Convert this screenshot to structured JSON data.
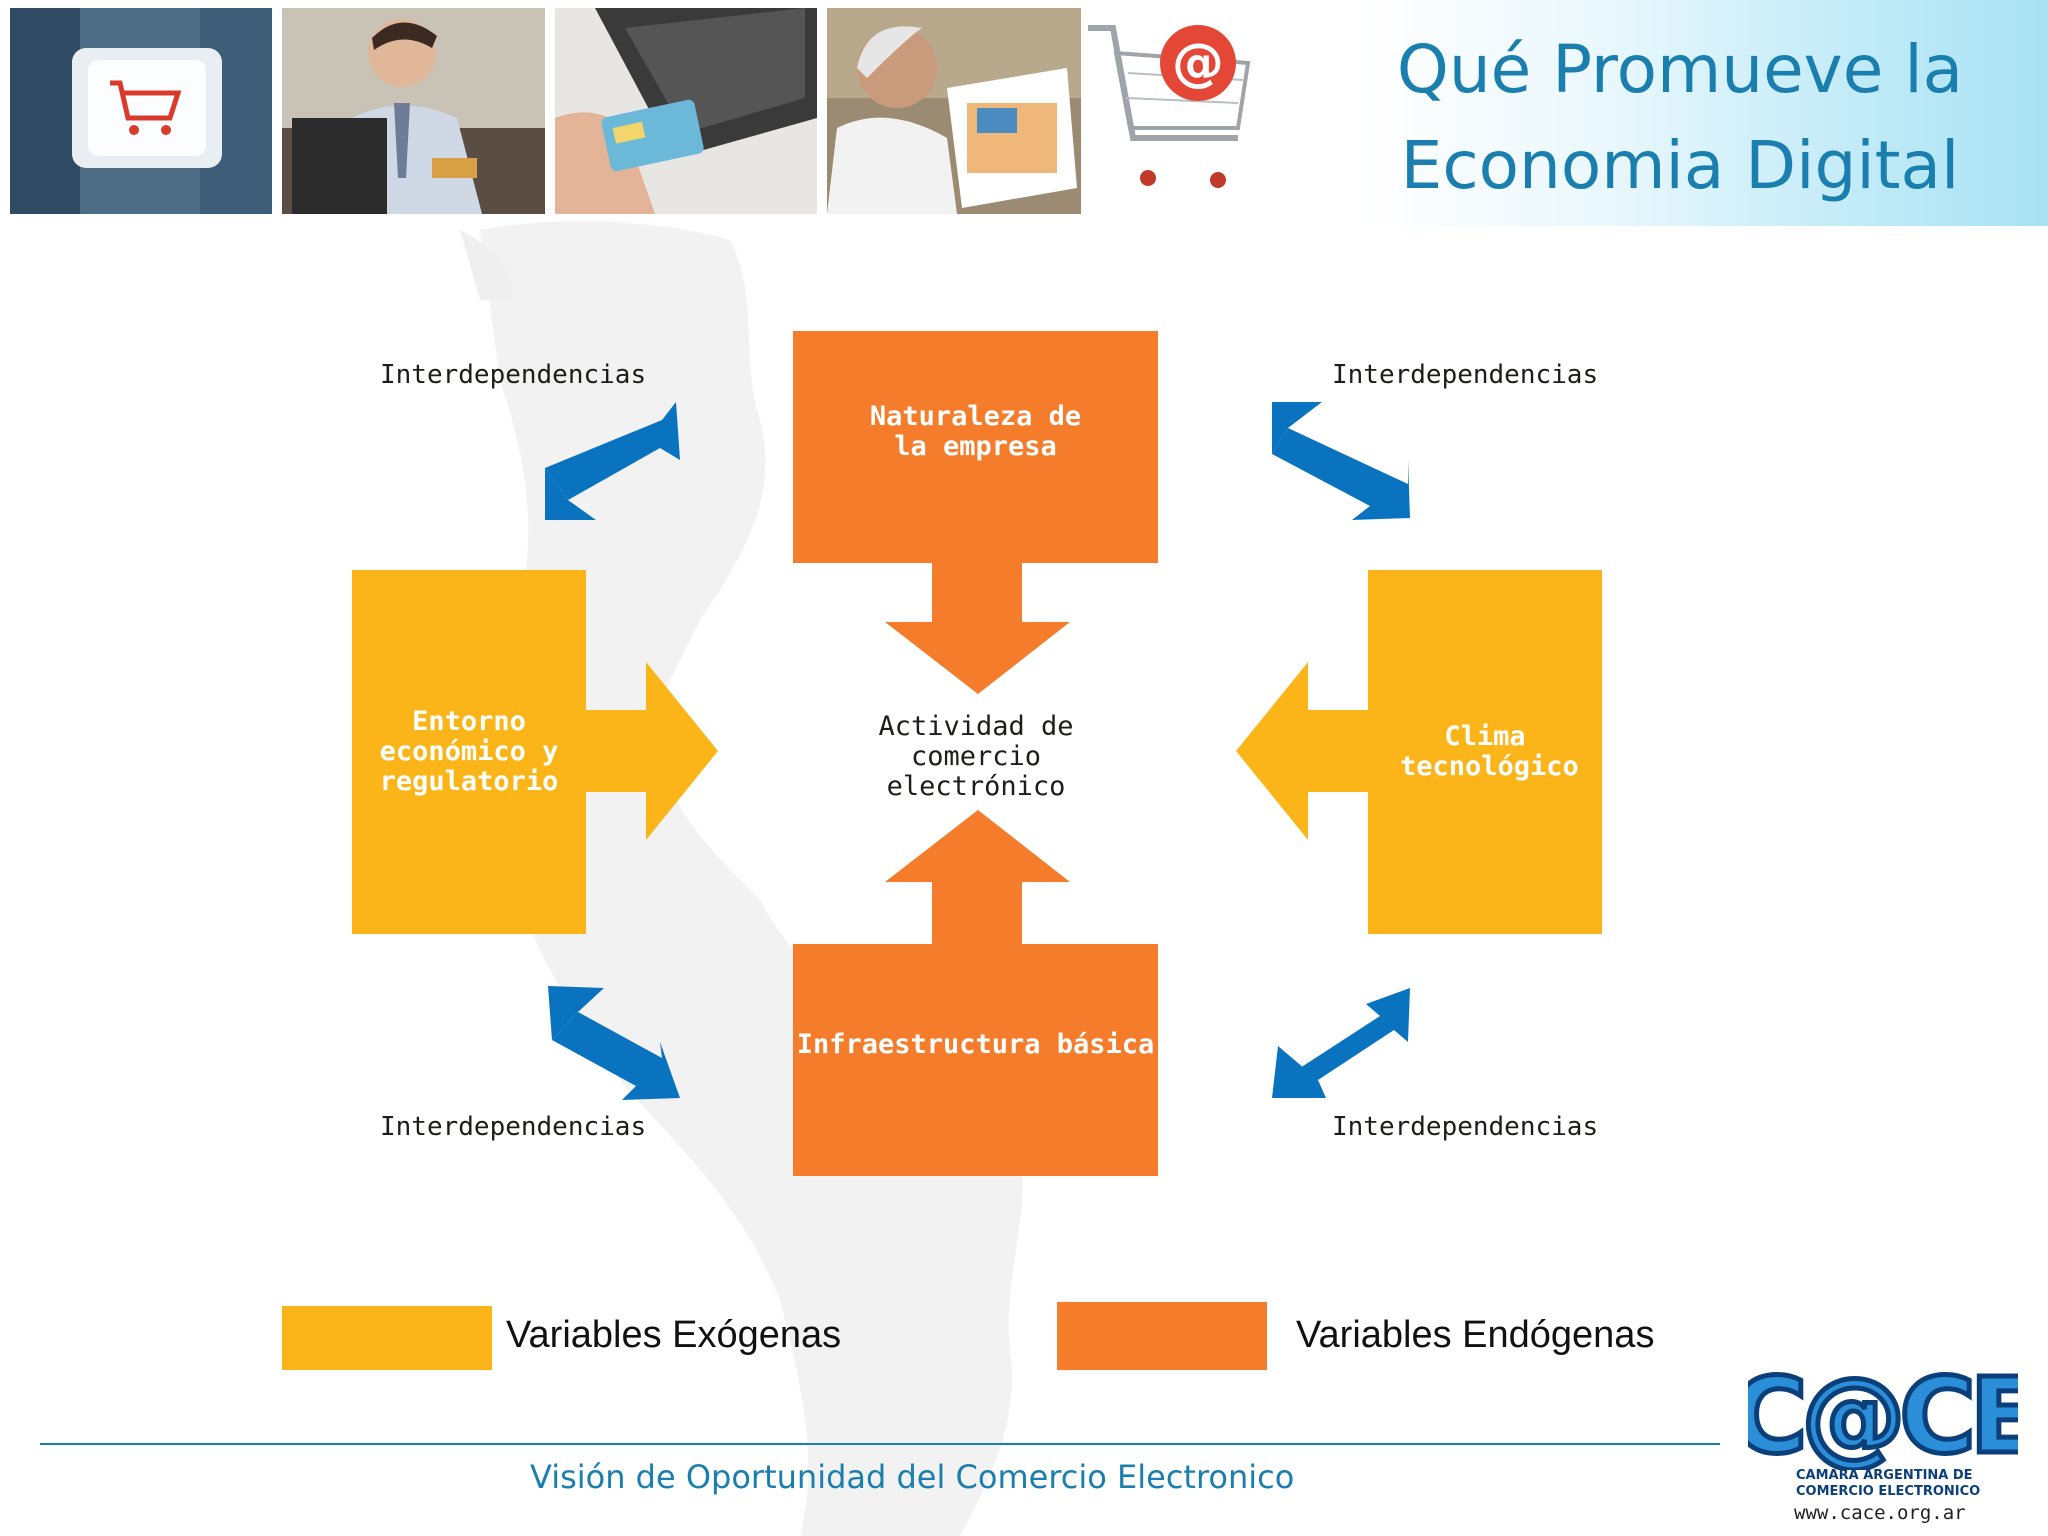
{
  "header": {
    "title_line1": "Qué Promueve la",
    "title_line2": "Economia Digital"
  },
  "diagram": {
    "top_box": "Naturaleza de la empresa",
    "bottom_box": "Infraestructura básica",
    "left_box": "Entorno económico y regulatorio",
    "right_box": "Clima tecnológico",
    "center": "Actividad de comercio electrónico",
    "interdependencias": "Interdependencias"
  },
  "legend": {
    "exogenous_label": "Variables Exógenas",
    "endogenous_label": "Variables Endógenas"
  },
  "footer": {
    "text": "Visión de Oportunidad del Comercio Electronico"
  },
  "logo": {
    "mark": "C@CE",
    "line1": "CAMARA ARGENTINA DE",
    "line2": "COMERCIO ELECTRONICO",
    "url": "www.cace.org.ar"
  },
  "colors": {
    "endogenous": "#f47c2a",
    "exogenous": "#fbb519",
    "arrow_blue": "#0a73c0",
    "title_blue": "#1a7fae"
  }
}
